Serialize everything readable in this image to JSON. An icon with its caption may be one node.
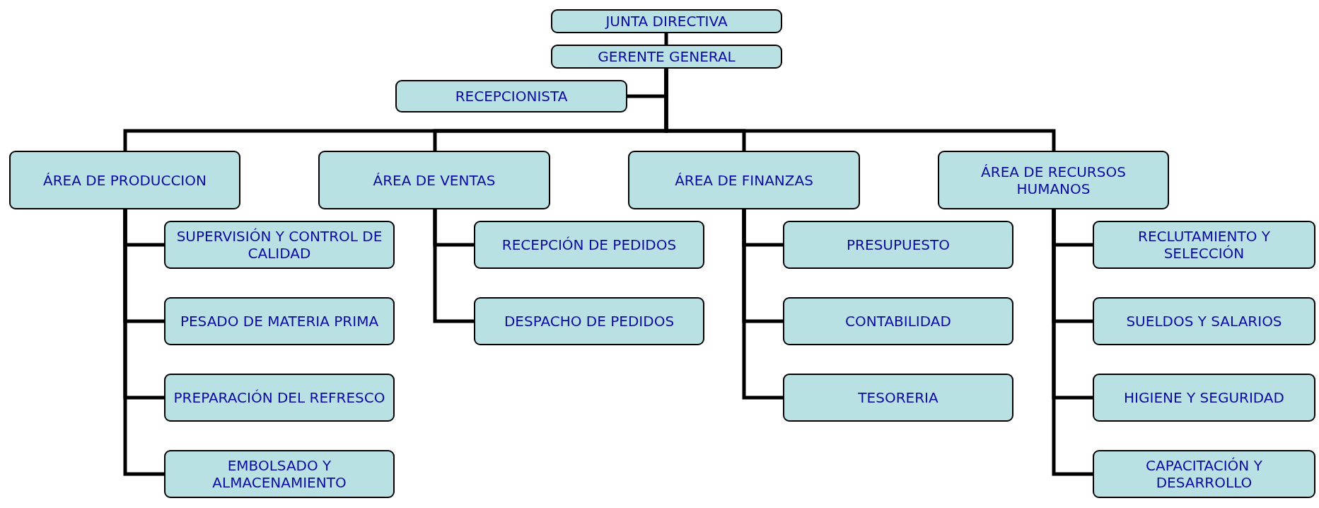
{
  "diagram": {
    "nodes": [
      {
        "text": [
          "JUNTA DIRECTIVA"
        ]
      },
      {
        "text": [
          "GERENTE GENERAL"
        ]
      },
      {
        "text": [
          "RECEPCIONISTA"
        ]
      },
      {
        "text": [
          "ÁREA DE PRODUCCION"
        ]
      },
      {
        "text": [
          "ÁREA DE VENTAS"
        ]
      },
      {
        "text": [
          "ÁREA DE FINANZAS"
        ]
      },
      {
        "text": [
          "ÁREA DE RECURSOS HUMANOS"
        ]
      },
      {
        "text": [
          "SUPERVISIÓN Y CONTROL DE CALIDAD"
        ]
      },
      {
        "text": [
          "PESADO DE MATERIA PRIMA"
        ]
      },
      {
        "text": [
          "PREPARACIÓN DEL REFRESCO"
        ]
      },
      {
        "text": [
          "EMBOLSADO Y ALMACENAMIENTO"
        ]
      },
      {
        "text": [
          "RECEPCIÓN DE PEDIDOS"
        ]
      },
      {
        "text": [
          "DESPACHO DE PEDIDOS"
        ]
      },
      {
        "text": [
          "PRESUPUESTO"
        ]
      },
      {
        "text": [
          "CONTABILIDAD"
        ]
      },
      {
        "text": [
          "TESORERIA"
        ]
      },
      {
        "text": [
          "RECLUTAMIENTO Y SELECCIÓN"
        ]
      },
      {
        "text": [
          "SUELDOS Y SALARIOS"
        ]
      },
      {
        "text": [
          "HIGIENE Y SEGURIDAD"
        ]
      },
      {
        "text": [
          "CAPACITACIÓN Y DESARROLLO"
        ]
      }
    ],
    "edges": [
      {
        "from": 0,
        "to": 1,
        "arrow": "none"
      },
      {
        "from": 1,
        "to": 2,
        "arrow": "none"
      },
      {
        "from": 1,
        "to": 3,
        "arrow": "none"
      },
      {
        "from": 1,
        "to": 4,
        "arrow": "none"
      },
      {
        "from": 1,
        "to": 5,
        "arrow": "none"
      },
      {
        "from": 1,
        "to": 6,
        "arrow": "none"
      },
      {
        "from": 3,
        "to": 7,
        "arrow": "none"
      },
      {
        "from": 3,
        "to": 8,
        "arrow": "none"
      },
      {
        "from": 3,
        "to": 9,
        "arrow": "none"
      },
      {
        "from": 3,
        "to": 10,
        "arrow": "none"
      },
      {
        "from": 4,
        "to": 11,
        "arrow": "none"
      },
      {
        "from": 4,
        "to": 12,
        "arrow": "none"
      },
      {
        "from": 5,
        "to": 13,
        "arrow": "none"
      },
      {
        "from": 5,
        "to": 14,
        "arrow": "none"
      },
      {
        "from": 5,
        "to": 15,
        "arrow": "none"
      },
      {
        "from": 6,
        "to": 16,
        "arrow": "none"
      },
      {
        "from": 6,
        "to": 17,
        "arrow": "none"
      },
      {
        "from": 6,
        "to": 18,
        "arrow": "none"
      },
      {
        "from": 6,
        "to": 19,
        "arrow": "none"
      }
    ]
  }
}
